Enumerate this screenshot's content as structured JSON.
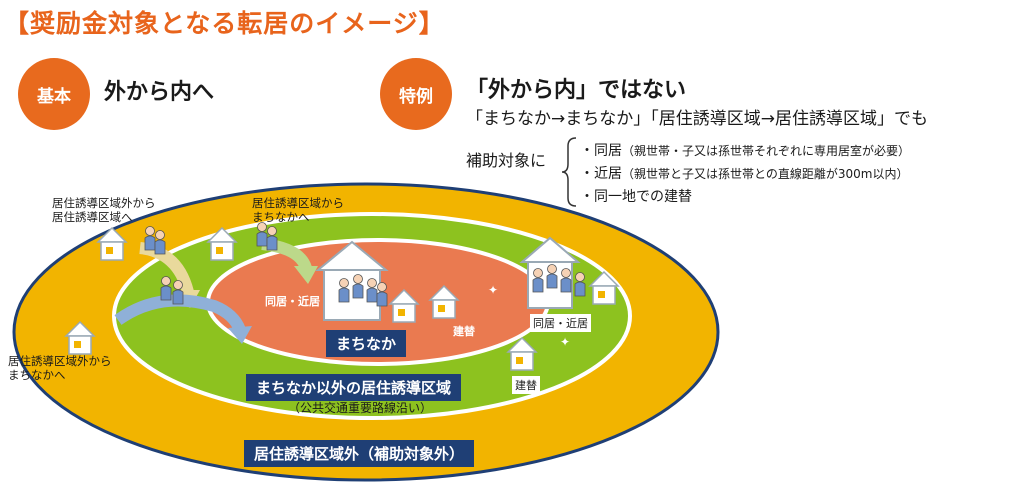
{
  "title": "【奨励金対象となる転居のイメージ】",
  "basic": {
    "badge": "基本",
    "heading": "外から内へ"
  },
  "special": {
    "badge": "特例",
    "heading": "「外から内」ではない",
    "subtitle": "「まちなか→まちなか」「居住誘導区域→居住誘導区域」でも",
    "intro": "補助対象に",
    "items": [
      {
        "main": "・同居",
        "note": "（親世帯・子又は孫世帯それぞれに専用居室が必要）"
      },
      {
        "main": "・近居",
        "note": "（親世帯と子又は孫世帯との直線距離が300m以内）"
      },
      {
        "main": "・同一地での建替",
        "note": ""
      }
    ]
  },
  "diagram": {
    "outer_to_residential": "居住誘導区域外から\n居住誘導区域へ",
    "residential_to_center": "居住誘導区域から\nまちなかへ",
    "outer_to_center": "居住誘導区域外から\nまちなかへ",
    "center_cohabit": "同居・近居",
    "center_rebuild": "建替",
    "zone_cohabit": "同居・近居",
    "zone_rebuild": "建替",
    "center_name": "まちなか",
    "zone_name": "まちなか以外の居住誘導区域",
    "zone_sub": "（公共交通重要路線沿い）",
    "outer_name": "居住誘導区域外（補助対象外）"
  },
  "colors": {
    "accent": "#e8641c",
    "outer_zone": "#f2b400",
    "residential_zone": "#8dc21f",
    "center_zone": "#ea7a50",
    "label_box": "#1f3f75"
  }
}
